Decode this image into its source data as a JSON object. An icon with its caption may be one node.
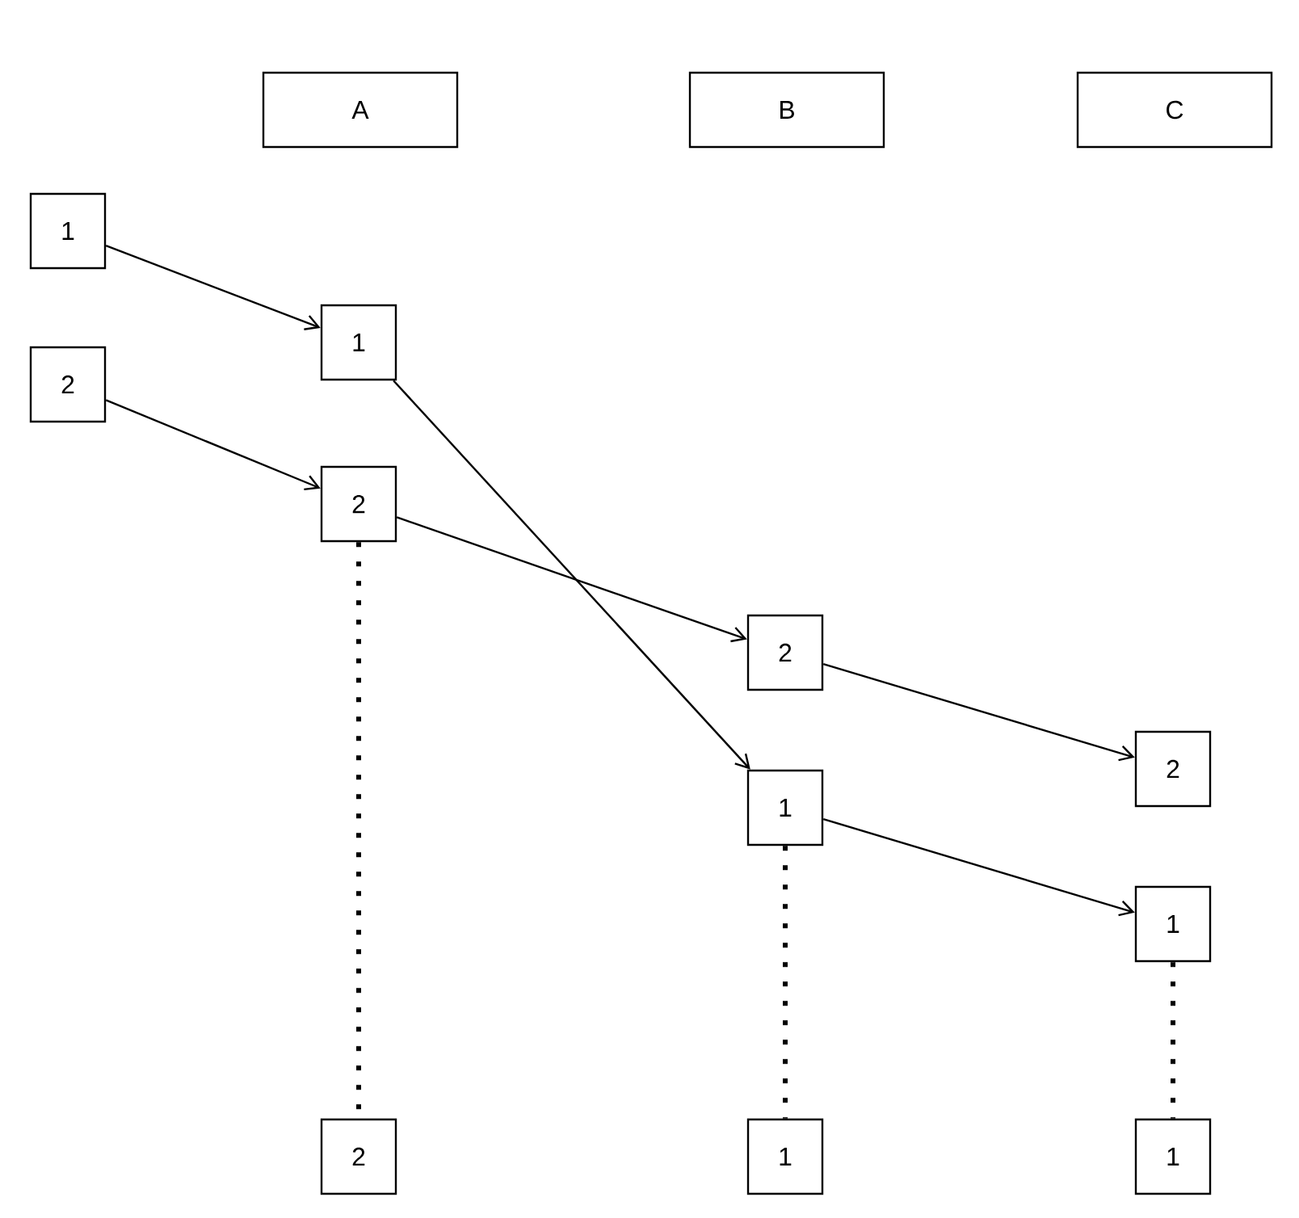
{
  "diagram": {
    "nodes": [
      {
        "text": [
          "A"
        ]
      },
      {
        "text": [
          "B"
        ]
      },
      {
        "text": [
          "C"
        ]
      },
      {
        "text": [
          "1"
        ]
      },
      {
        "text": [
          "2"
        ]
      },
      {
        "text": [
          "1"
        ]
      },
      {
        "text": [
          "2"
        ]
      },
      {
        "text": [
          "2"
        ]
      },
      {
        "text": [
          "1"
        ]
      },
      {
        "text": [
          "2"
        ]
      },
      {
        "text": [
          "1"
        ]
      },
      {
        "text": [
          "2"
        ]
      },
      {
        "text": [
          "1"
        ]
      },
      {
        "text": [
          "1"
        ]
      }
    ],
    "edges": [
      {
        "from": 3,
        "to": 5,
        "arrow": "to"
      },
      {
        "from": 4,
        "to": 6,
        "arrow": "to"
      },
      {
        "from": 5,
        "to": 8,
        "arrow": "to"
      },
      {
        "from": 6,
        "to": 7,
        "arrow": "to"
      },
      {
        "from": 7,
        "to": 9,
        "arrow": "to"
      },
      {
        "from": 8,
        "to": 10,
        "arrow": "to"
      },
      {
        "from": 6,
        "to": 11,
        "arrow": "none",
        "style": "dashed"
      },
      {
        "from": 8,
        "to": 12,
        "arrow": "none",
        "style": "dashed"
      },
      {
        "from": 10,
        "to": 13,
        "arrow": "none",
        "style": "dashed"
      }
    ]
  }
}
